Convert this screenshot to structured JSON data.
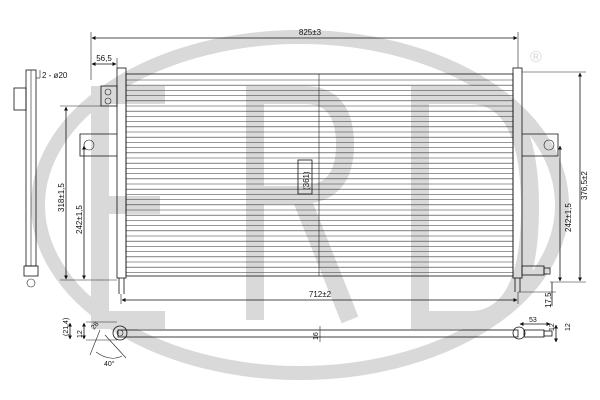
{
  "colors": {
    "line": "#111111",
    "watermark": "#d9d9d9"
  },
  "logo": {
    "registered_mark": "®"
  },
  "dimensions": {
    "overall_width": "825±3",
    "left_offset": "56,5",
    "inner_width": "712±2",
    "core_label": "(361)",
    "left_height_outer": "318±1,5",
    "left_height_inner": "242±1,5",
    "right_height_outer": "376,5±2",
    "right_height_inner": "242±1,5",
    "bottom_right_stub": "17,5",
    "pin_callout": "2 - ø20",
    "section_a": "(21,4)",
    "section_b": "12",
    "section_c": "28",
    "section_angle": "40°",
    "section_thickness": "16",
    "section_right_width": "53",
    "section_right_a": "12",
    "section_right_b": "12"
  }
}
